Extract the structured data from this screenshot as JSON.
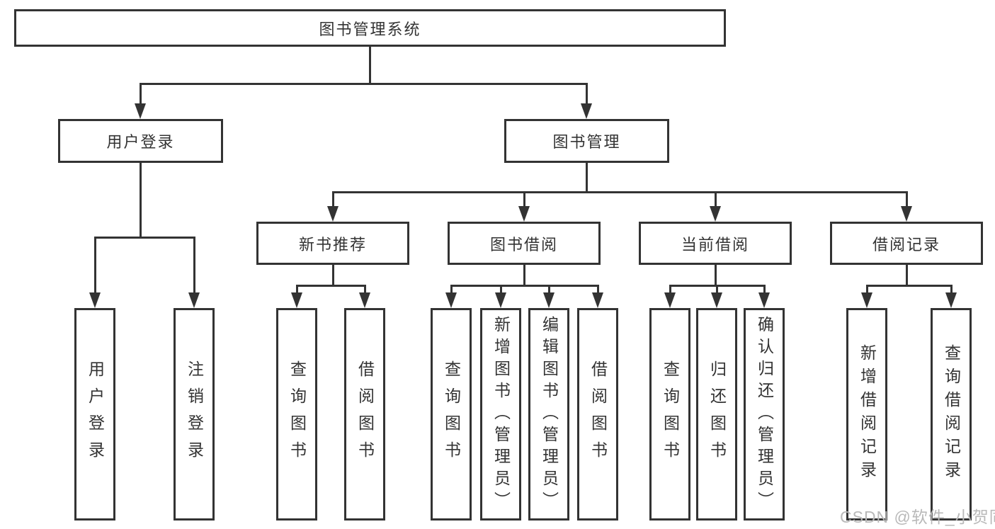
{
  "nodes": {
    "root": "图书管理系统",
    "user_login": "用户登录",
    "book_mgmt": "图书管理",
    "new_book_rec": "新书推荐",
    "book_borrow": "图书借阅",
    "current_borrow": "当前借阅",
    "borrow_records": "借阅记录",
    "leaf_user_login": "用户登录",
    "leaf_logout": "注销登录",
    "leaf_query_books_a": "查询图书",
    "leaf_borrow_books_a": "借阅图书",
    "leaf_query_books_b": "查询图书",
    "leaf_add_books": "新增图书（管理员）",
    "leaf_edit_books": "编辑图书（管理员）",
    "leaf_borrow_books_b": "借阅图书",
    "leaf_query_books_c": "查询图书",
    "leaf_return_books": "归还图书",
    "leaf_confirm_return": "确认归还（管理员）",
    "leaf_add_borrow_record": "新增借阅记录",
    "leaf_query_borrow_record": "查询借阅记录"
  },
  "watermark": "CSDN @软件_小贺同学",
  "colors": {
    "line": "#333333",
    "text": "#333333",
    "node_background": "#ffffff",
    "watermark": "#b9b9b9",
    "background": "#ffffff"
  }
}
